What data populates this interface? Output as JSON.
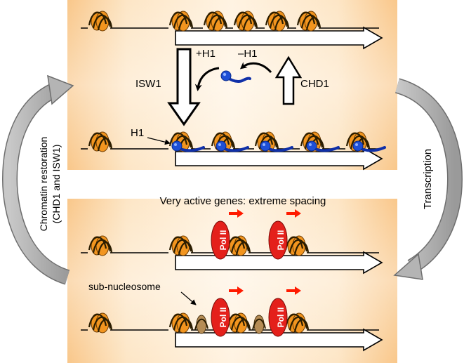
{
  "labels": {
    "plus_h1": "+H1",
    "minus_h1": "–H1",
    "isw1": "ISW1",
    "chd1": "CHD1",
    "h1": "H1",
    "transcription": "Transcription",
    "restoration_line1": "Chromatin restoration",
    "restoration_line2": "(CHD1 and ISW1)",
    "very_active": "Very active genes: extreme spacing",
    "sub_nucleosome": "sub-nucleosome",
    "pol_ii": "Pol II"
  },
  "colors": {
    "panel_center": "#fde9cc",
    "panel_edge": "#f8c98c",
    "nucleosome": "#f2951f",
    "nucleosome_stripe": "#2b1d00",
    "h1_ball": "#1e4fd6",
    "h1_tail": "#1030a8",
    "pol_ii": "#e4201b",
    "transcription_arrow": "#ff1a00",
    "sub_nucleosome": "#b58c55",
    "cycle_arrow": "#b4b4b4"
  }
}
